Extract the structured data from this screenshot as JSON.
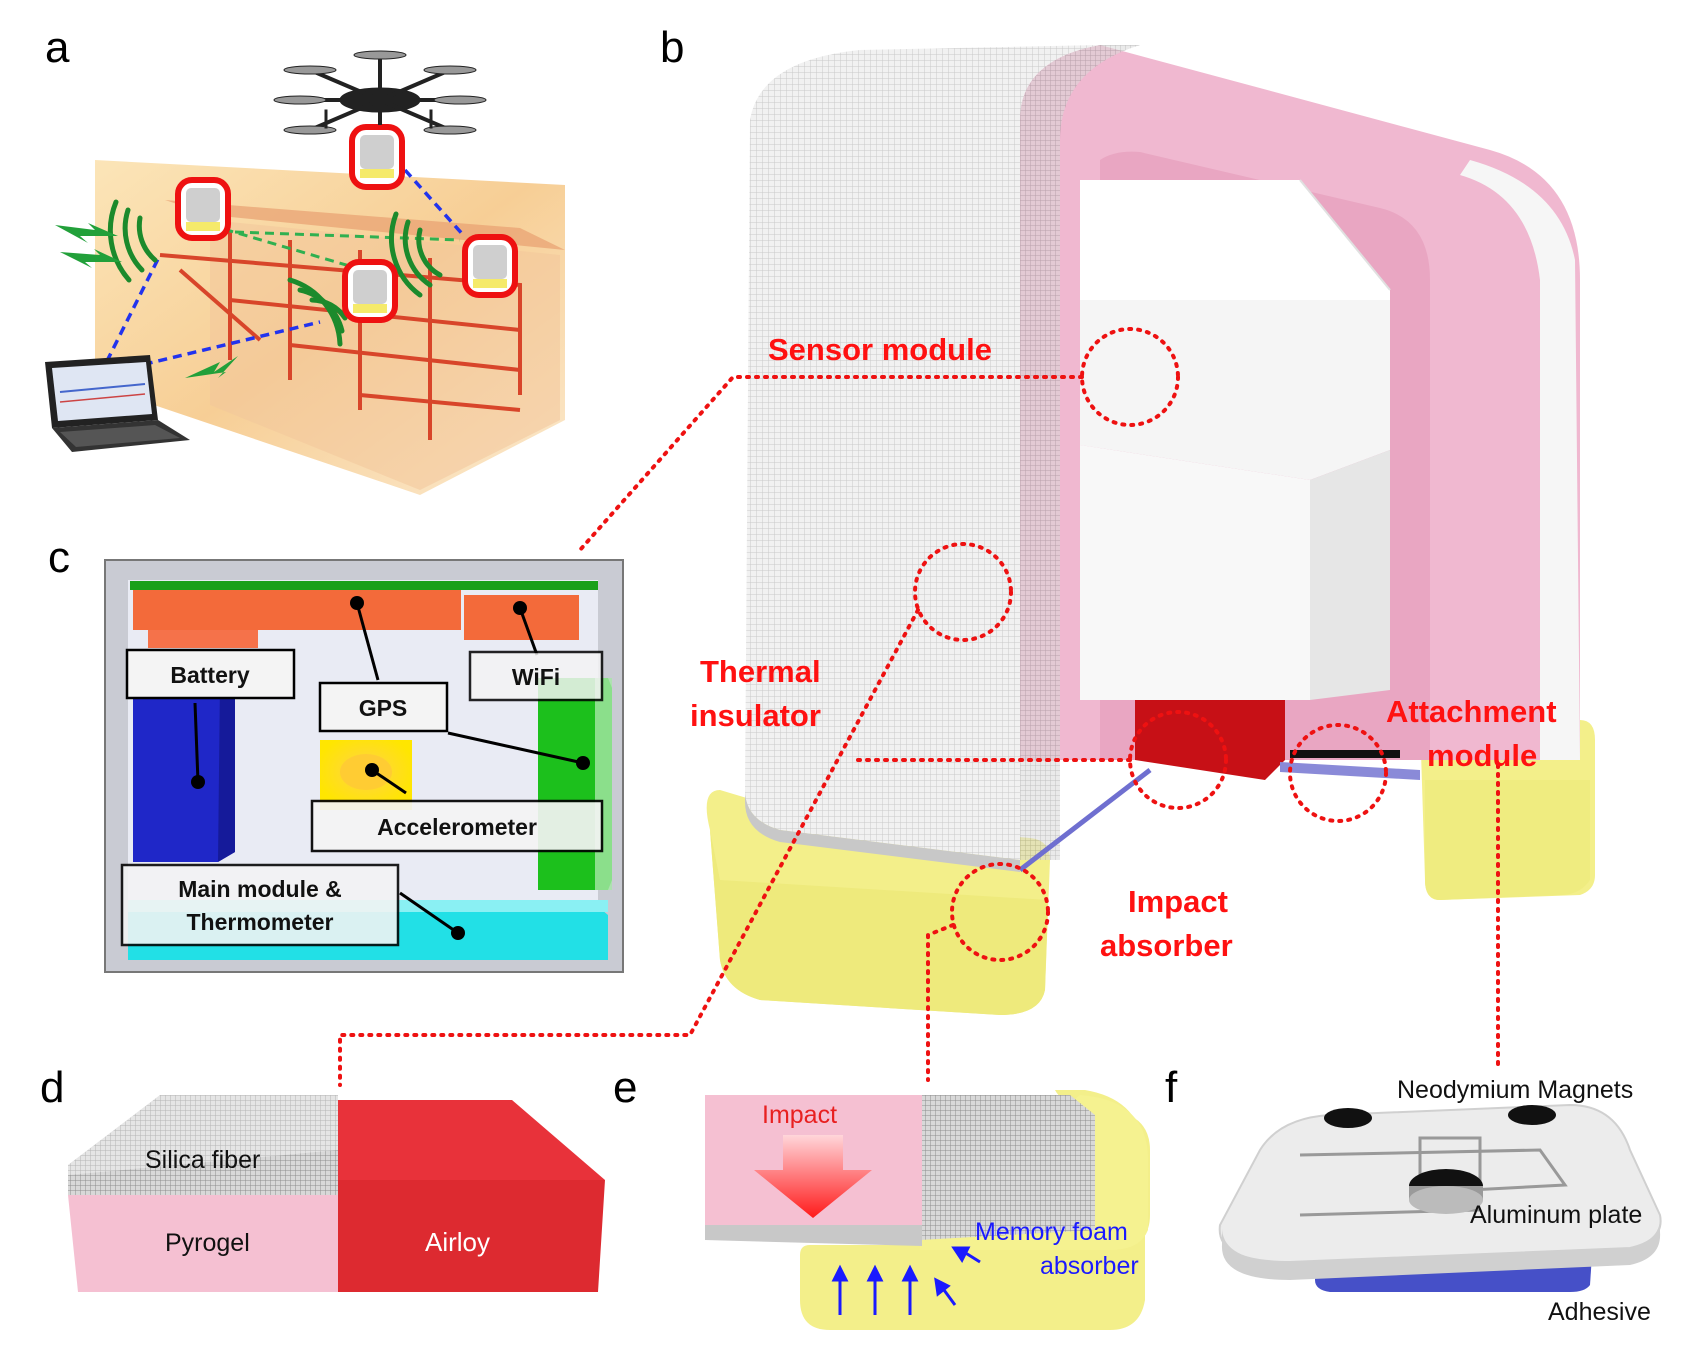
{
  "panels": {
    "a": "a",
    "b": "b",
    "c": "c",
    "d": "d",
    "e": "e",
    "f": "f"
  },
  "panel_b": {
    "sensor_module": "Sensor module",
    "thermal_insulator_line1": "Thermal",
    "thermal_insulator_line2": "insulator",
    "attachment_module_line1": "Attachment",
    "attachment_module_line2": "module",
    "impact_absorber_line1": "Impact",
    "impact_absorber_line2": "absorber"
  },
  "panel_c": {
    "battery": "Battery",
    "wifi": "WiFi",
    "gps": "GPS",
    "accelerometer": "Accelerometer",
    "main_module_line1": "Main module &",
    "main_module_line2": "Thermometer"
  },
  "panel_d": {
    "silica_fiber": "Silica fiber",
    "pyrogel": "Pyrogel",
    "airloy": "Airloy"
  },
  "panel_e": {
    "impact": "Impact",
    "memory_foam_line1": "Memory foam",
    "memory_foam_line2": "absorber"
  },
  "panel_f": {
    "magnets": "Neodymium  Magnets",
    "aluminum_plate": "Aluminum  plate",
    "adhesive": "Adhesive"
  },
  "colors": {
    "label_red": "#ff1111",
    "pink_insulator": "#f0b8d0",
    "yellow_absorber": "#f5f08a",
    "airloy_red": "#dd2a30",
    "memory_foam_blue": "#1a1aff"
  }
}
